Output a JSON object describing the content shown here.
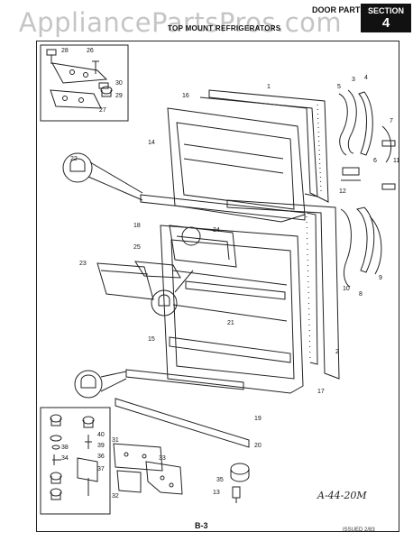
{
  "header": {
    "watermark": "AppliancePartsPros.com",
    "door_parts": "DOOR PARTS",
    "section_label": "SECTION",
    "section_number": "4",
    "subtitle": "TOP MOUNT REFRIGERATORS"
  },
  "footer": {
    "page_code": "B-3",
    "handwritten_code": "A-44-20M",
    "issued": "ISSUED 2/83"
  },
  "callouts": [
    "28",
    "26",
    "30",
    "29",
    "27",
    "16",
    "1",
    "5",
    "3",
    "4",
    "7",
    "14",
    "6",
    "11",
    "12",
    "22",
    "18",
    "24",
    "25",
    "23",
    "10",
    "8",
    "9",
    "21",
    "15",
    "2",
    "17",
    "19",
    "20",
    "40",
    "39",
    "38",
    "36",
    "34",
    "37",
    "31",
    "33",
    "32",
    "35",
    "13"
  ],
  "colors": {
    "ink": "#111111",
    "watermark": "#969696",
    "section_bg": "#111111"
  }
}
